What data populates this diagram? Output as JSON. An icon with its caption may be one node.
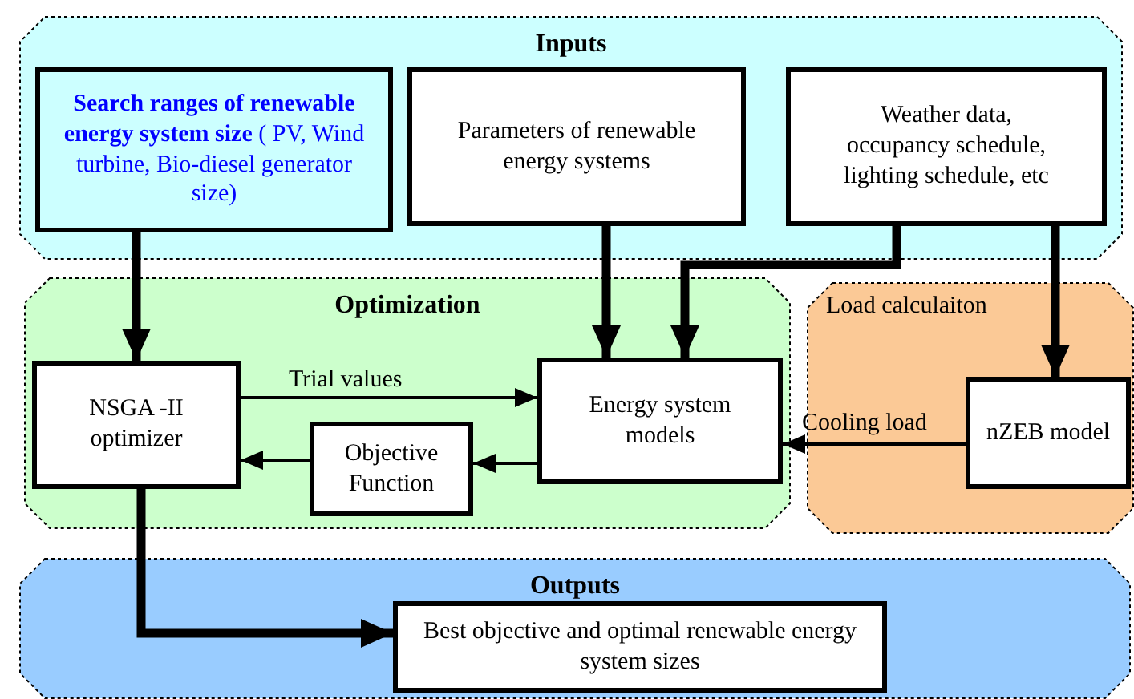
{
  "diagram": {
    "nodes": [
      {
        "text": [
          "Inputs"
        ]
      },
      {
        "text": [
          "**Search ranges of renewable energy system size** ( PV, Wind turbine, Bio-diesel generator size)"
        ],
        "in": 0
      },
      {
        "text": [
          "Parameters of renewable energy systems"
        ],
        "in": 0
      },
      {
        "text": [
          "Weather data, occupancy schedule, lighting schedule, etc"
        ],
        "in": 0
      },
      {
        "text": [
          "Optimization"
        ]
      },
      {
        "text": [
          "NSGA -II optimizer"
        ],
        "in": 4
      },
      {
        "text": [
          "Energy system models"
        ],
        "in": 4
      },
      {
        "text": [
          "Objective Function"
        ],
        "in": 4
      },
      {
        "text": [
          "Load calculaiton"
        ]
      },
      {
        "text": [
          "nZEB model"
        ],
        "in": 8
      },
      {
        "text": [
          "Outputs"
        ]
      },
      {
        "text": [
          "Best objective and optimal renewable energy system sizes"
        ],
        "in": 10
      }
    ],
    "edges": [
      {
        "from": 1,
        "to": 5,
        "arrow": "to"
      },
      {
        "from": 2,
        "to": 6,
        "arrow": "to"
      },
      {
        "from": 3,
        "to": 6,
        "arrow": "to"
      },
      {
        "from": 3,
        "to": 9,
        "arrow": "to"
      },
      {
        "from": 5,
        "to": 6,
        "arrow": "to",
        "label": "Trial values"
      },
      {
        "from": 6,
        "to": 7,
        "arrow": "to"
      },
      {
        "from": 7,
        "to": 5,
        "arrow": "to"
      },
      {
        "from": 9,
        "to": 6,
        "arrow": "to",
        "label": "Cooling load"
      },
      {
        "from": 5,
        "to": 11,
        "arrow": "to"
      }
    ]
  }
}
